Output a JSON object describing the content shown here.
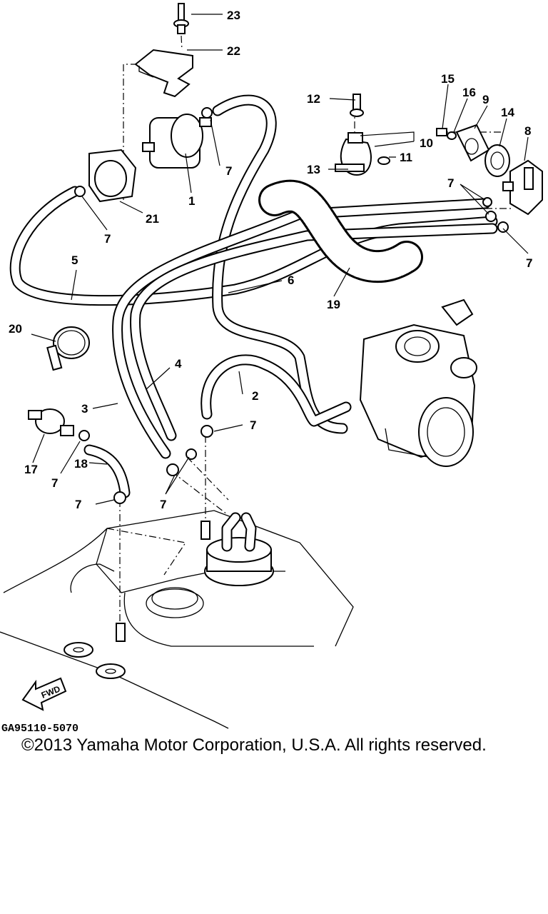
{
  "diagram": {
    "callouts": {
      "c1": "1",
      "c2": "2",
      "c3": "3",
      "c4": "4",
      "c5": "5",
      "c6": "6",
      "c7a": "7",
      "c7b": "7",
      "c7c": "7",
      "c7d": "7",
      "c7e": "7",
      "c7f": "7",
      "c7g": "7",
      "c7h": "7",
      "c8": "8",
      "c9": "9",
      "c10": "10",
      "c11": "11",
      "c12": "12",
      "c13": "13",
      "c14": "14",
      "c15": "15",
      "c16": "16",
      "c17": "17",
      "c18": "18",
      "c19": "19",
      "c20": "20",
      "c21": "21",
      "c22": "22",
      "c23": "23"
    },
    "fwd_label": "FWD",
    "part_code": "GA95110-5070"
  },
  "footer": {
    "copyright": "©2013 Yamaha Motor Corporation, U.S.A. All rights reserved."
  }
}
